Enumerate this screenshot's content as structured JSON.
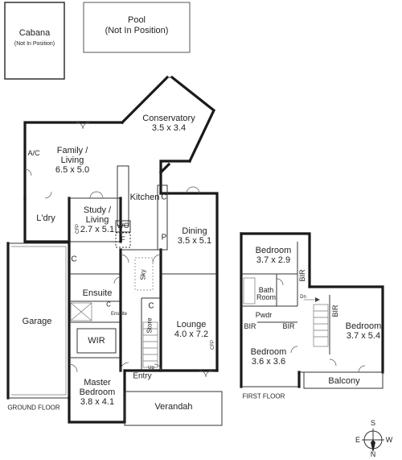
{
  "outbuildings": {
    "cabana": {
      "name": "Cabana",
      "note": "(Not In Position)"
    },
    "pool": {
      "name": "Pool",
      "note": "(Not In Position)"
    }
  },
  "ground_floor": {
    "title": "GROUND FLOOR",
    "rooms": {
      "conservatory": {
        "name": "Conservatory",
        "size": "3.5 x 3.4"
      },
      "family": {
        "name": "Family /",
        "name2": "Living",
        "size": "6.5 x 5.0"
      },
      "ac": "A/C",
      "kitchen": "Kitchen",
      "kitchen_c": "C",
      "laundry": "L'dry",
      "study": {
        "name": "Study /",
        "name2": "Living",
        "size": "2.7 x 5.1"
      },
      "cfp_study": "CFP",
      "wo": "WO",
      "f": "F",
      "p": "P",
      "dining": {
        "name": "Dining",
        "size": "3.5 x 5.1"
      },
      "study_c": "C",
      "sky": "Sky",
      "garage": "Garage",
      "ensuite": "Ensuite",
      "ensuite_small": "Ensuite",
      "ensuite_c": "C",
      "store_c": "C",
      "store": "Store",
      "up": "Up",
      "lounge": {
        "name": "Lounge",
        "size": "4.0 x 7.2"
      },
      "cfp_lounge": "CFP",
      "wir": "WIR",
      "entry": "Entry",
      "master": {
        "name": "Master",
        "name2": "Bedroom",
        "size": "3.8 x 4.1"
      },
      "verandah": "Verandah"
    }
  },
  "first_floor": {
    "title": "FIRST FLOOR",
    "rooms": {
      "bed1": {
        "name": "Bedroom",
        "size": "3.7 x 2.9"
      },
      "bir1": "BIR",
      "bath": {
        "name": "Bath",
        "name2": "Room"
      },
      "dn": "Dn",
      "pwdr": "Pwdr",
      "bir2": "BIR",
      "bir3": "BIR",
      "bir4": "BIR",
      "bed2": {
        "name": "Bedroom",
        "size": "3.6 x 3.6"
      },
      "bed3": {
        "name": "Bedroom",
        "size": "3.7 x 5.4"
      },
      "balcony": "Balcony"
    }
  },
  "compass": {
    "n": "N",
    "s": "S",
    "e": "E",
    "w": "W"
  }
}
